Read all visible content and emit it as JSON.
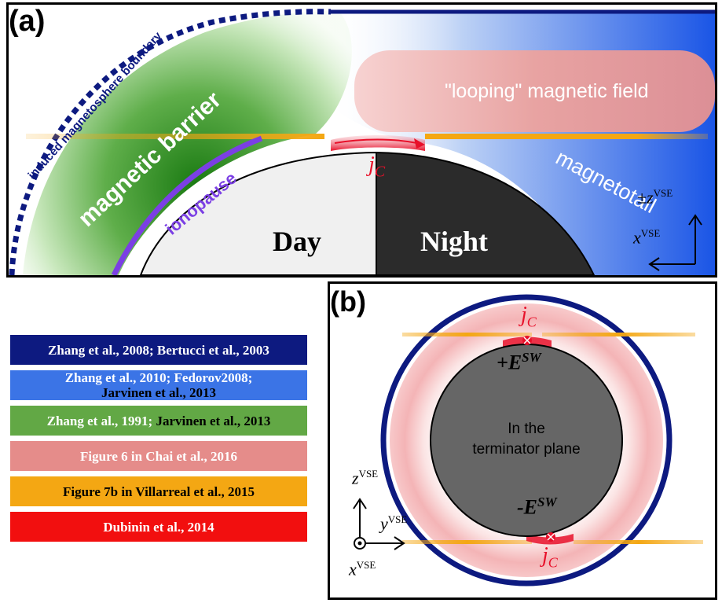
{
  "panel_a": {
    "label": "(a)",
    "boundary_label": "induced magnetosphere boundary",
    "barrier_label": "magnetic barrier",
    "ionopause_label": "ionopause",
    "looping_label": "\"looping\" magnetic field",
    "tail_label": "magnetotail",
    "day_label": "Day",
    "night_label": "Night",
    "current_label": "j",
    "current_sub": "C",
    "axis_z": "±z",
    "axis_z_sup": "VSE",
    "axis_x": "x",
    "axis_x_sup": "VSE"
  },
  "panel_b": {
    "label": "(b)",
    "center_line1": "In the",
    "center_line2": "terminator plane",
    "plus_e": "+E",
    "minus_e": "-E",
    "e_sup": "SW",
    "current_top": "j",
    "current_bottom": "j",
    "current_sub": "C",
    "axis_z": "z",
    "axis_y": "y",
    "axis_x": "x",
    "axis_sup": "VSE"
  },
  "legend": [
    {
      "text": "Zhang et al., 2008; Bertucci et al., 2003",
      "bg": "#0d1a80",
      "color": "#ffffff"
    },
    {
      "text": "Zhang et al., 2010; Fedorov2008;",
      "text2": "Jarvinen et al., 2013",
      "bg": "#3b74e6",
      "color": "#ffffff",
      "color2": "#000000"
    },
    {
      "text": "Zhang et al., 1991; ",
      "text2": "Jarvinen et al., 2013",
      "bg": "#62a845",
      "color": "#ffffff",
      "color2": "#000000"
    },
    {
      "text": "Figure 6 in Chai et al., 2016",
      "bg": "#e58c8a",
      "color": "#ffffff"
    },
    {
      "text": "Figure 7b in Villarreal et al., 2015",
      "bg": "#f4a713",
      "color": "#000000"
    },
    {
      "text": "Dubinin et al., 2014",
      "bg": "#f20f0f",
      "color": "#ffffff"
    }
  ],
  "colors": {
    "boundary": "#0d1a80",
    "ionopause": "#7b3fe4",
    "barrier": "#2e8b1e",
    "tail": "#1a55e6",
    "looping": "#e58c8a",
    "orange": "#f4a713",
    "current": "#e8102a",
    "night": "#2b2b2b",
    "day": "#f0f0f0",
    "planet_b": "#666666"
  }
}
